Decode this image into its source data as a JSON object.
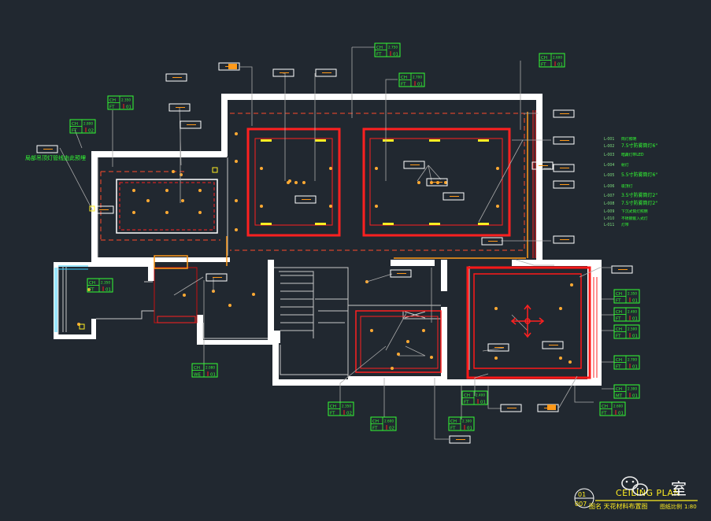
{
  "drawing": {
    "title_en": "CEILING PLAN",
    "title_cn": "图名 天花材料布置图",
    "scale_label": "图纸比例",
    "scale_value": "1:80",
    "sheet_no_top": "01",
    "sheet_no_bottom": "007",
    "watermark_char": "室"
  },
  "colors": {
    "background": "#212830",
    "wall": "#ffffff",
    "line": "#c8c8c8",
    "red": "#ff2020",
    "darkred": "#c81010",
    "green": "#33ff33",
    "orange": "#ff9a1a",
    "yellow": "#ffee22",
    "cyan": "#33ccff"
  },
  "left_note": "局部吊顶灯管线由此预埋",
  "legend": [
    {
      "code": "L-001",
      "text": "筒灯照明"
    },
    {
      "code": "L-002",
      "text": "7.5寸防雾筒灯6\""
    },
    {
      "code": "L-003",
      "text": "暗藏灯带LED"
    },
    {
      "code": "L-004",
      "text": "射灯"
    },
    {
      "code": "L-005",
      "text": "5.5寸防雾筒灯6\""
    },
    {
      "code": "L-006",
      "text": "吸顶灯"
    },
    {
      "code": "L-007",
      "text": "3.5寸防雾筒灯2\""
    },
    {
      "code": "L-008",
      "text": "7.5寸防雾筒灯2\""
    },
    {
      "code": "L-009",
      "text": "下沉式筒灯照明"
    },
    {
      "code": "L-010",
      "text": "不锈钢嵌入式灯"
    },
    {
      "code": "L-011",
      "text": "灯带"
    }
  ],
  "ceiling_tags": [
    {
      "ch": "CH",
      "elev": "2.600",
      "ft": "FT",
      "no": "01"
    },
    {
      "ch": "CH",
      "elev": "2.700",
      "ft": "FT",
      "no": "01"
    },
    {
      "ch": "CH",
      "elev": "2.750",
      "ft": "FT",
      "no": "01"
    },
    {
      "ch": "CH",
      "elev": "2.800",
      "ft": "FT",
      "no": "02"
    },
    {
      "ch": "CH",
      "elev": "2.350",
      "ft": "FT",
      "no": "01"
    },
    {
      "ch": "CH",
      "elev": "2.080",
      "ft": "WE",
      "no": "01"
    },
    {
      "ch": "CH",
      "elev": "2.350",
      "ft": "FT",
      "no": "01"
    },
    {
      "ch": "CH",
      "elev": "2.600",
      "ft": "FT",
      "no": "02"
    },
    {
      "ch": "CH",
      "elev": "2.350",
      "ft": "FT",
      "no": "02"
    },
    {
      "ch": "CH",
      "elev": "2.400",
      "ft": "FT",
      "no": "01"
    },
    {
      "ch": "CH",
      "elev": "2.300",
      "ft": "FT",
      "no": "01"
    },
    {
      "ch": "CH",
      "elev": "2.350",
      "ft": "FT",
      "no": "01"
    },
    {
      "ch": "CH",
      "elev": "2.400",
      "ft": "FT",
      "no": "01"
    },
    {
      "ch": "CH",
      "elev": "2.500",
      "ft": "FT",
      "no": "01"
    },
    {
      "ch": "CH",
      "elev": "2.700",
      "ft": "FT",
      "no": "01"
    },
    {
      "ch": "CH",
      "elev": "2.300",
      "ft": "MT",
      "no": "01"
    }
  ]
}
